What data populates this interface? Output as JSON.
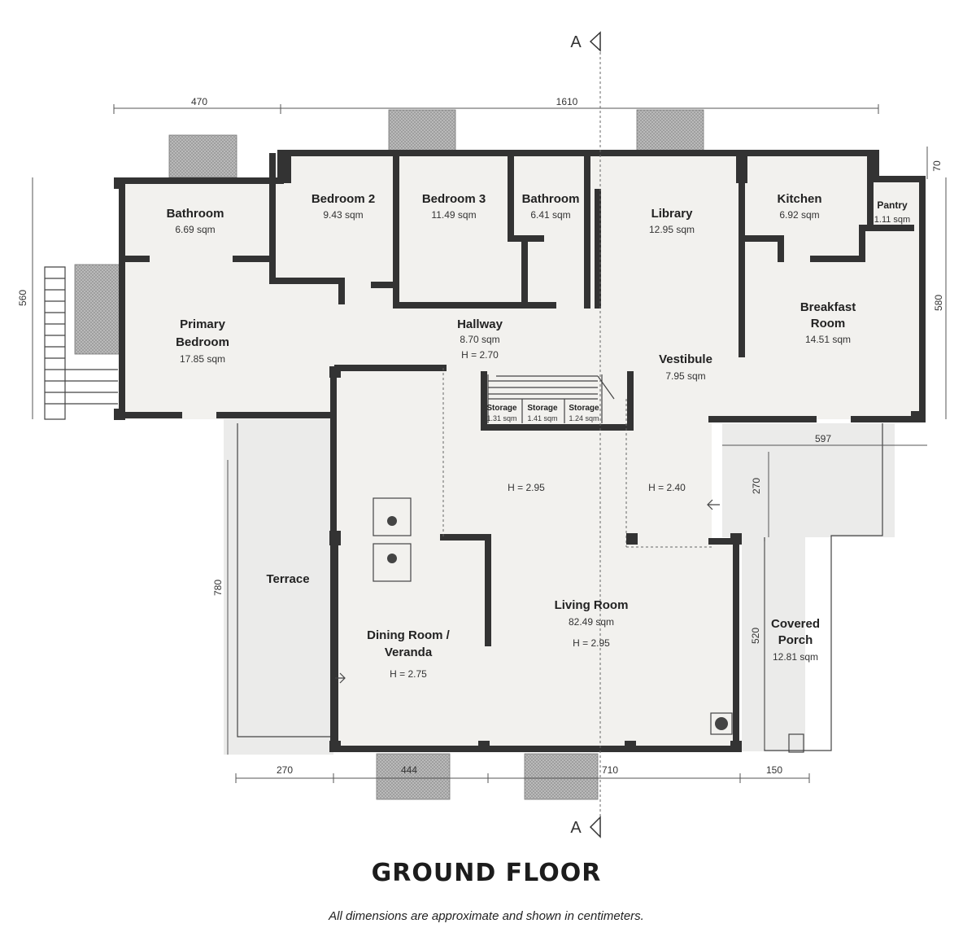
{
  "plan": {
    "title": "GROUND FLOOR",
    "note": "All dimensions are approximate and shown in centimeters.",
    "section_mark": "A",
    "rooms": [
      {
        "name": "Bathroom",
        "area": "6.69 sqm"
      },
      {
        "name": "Bedroom 2",
        "area": "9.43 sqm"
      },
      {
        "name": "Bedroom 3",
        "area": "11.49 sqm"
      },
      {
        "name": "Bathroom",
        "area": "6.41 sqm"
      },
      {
        "name": "Library",
        "area": "12.95 sqm"
      },
      {
        "name": "Kitchen",
        "area": "6.92 sqm"
      },
      {
        "name": "Pantry",
        "area": "1.11 sqm"
      },
      {
        "name_line1": "Primary",
        "name_line2": "Bedroom",
        "area": "17.85 sqm"
      },
      {
        "name": "Hallway",
        "area": "8.70 sqm",
        "height": "H = 2.70"
      },
      {
        "name_line1": "Breakfast",
        "name_line2": "Room",
        "area": "14.51 sqm"
      },
      {
        "name": "Vestibule",
        "area": "7.95 sqm"
      },
      {
        "name": "Terrace"
      },
      {
        "name_line1": "Dining Room /",
        "name_line2": "Veranda",
        "height": "H = 2.75"
      },
      {
        "name": "Living Room",
        "area": "82.49 sqm",
        "height": "H = 2.95"
      },
      {
        "name_line1": "Covered",
        "name_line2": "Porch",
        "area": "12.81 sqm"
      }
    ],
    "storage": [
      {
        "name": "Storage",
        "area": "1.31 sqm"
      },
      {
        "name": "Storage",
        "area": "1.41 sqm"
      },
      {
        "name": "Storage",
        "area": "1.24 sqm"
      }
    ],
    "heights": [
      "H = 2.95",
      "H = 2.40"
    ],
    "dimensions": {
      "top_left": "470",
      "top_main": "1610",
      "top_right": "70",
      "left": "560",
      "right": "580",
      "porch_width": "597",
      "porch_depth": "270",
      "terrace_height": "780",
      "porch_height": "520",
      "bottom_terrace": "270",
      "bottom_dining": "444",
      "bottom_living": "710",
      "bottom_porch": "150"
    }
  }
}
